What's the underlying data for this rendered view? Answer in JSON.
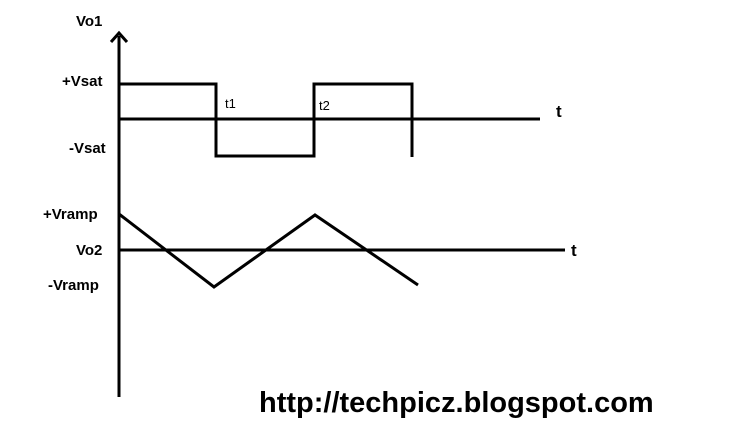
{
  "colors": {
    "background": "#ffffff",
    "ink": "#000000"
  },
  "square_wave": {
    "axis_label": "Vo1",
    "high_label": "+Vsat",
    "low_label": "-Vsat",
    "time_label": "t",
    "t1_label": "t1",
    "t2_label": "t2"
  },
  "triangle_wave": {
    "axis_label": "Vo2",
    "high_label": "+Vramp",
    "low_label": "-Vramp",
    "time_label": "t"
  },
  "watermark": "http://techpicz.blogspot.com"
}
